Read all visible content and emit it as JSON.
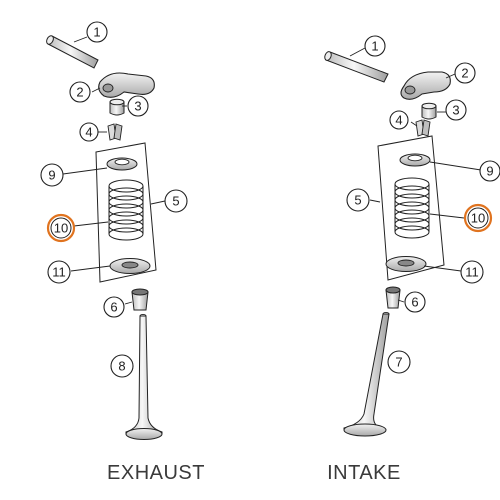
{
  "captions": {
    "exhaust": "EXHAUST",
    "intake": "INTAKE"
  },
  "colors": {
    "line": "#222222",
    "highlight": "#e0731f",
    "part_fill": "#f4f4f4",
    "part_shade": "#d8d8d8"
  },
  "callouts": {
    "exhaust": {
      "pushrod": "1",
      "rocker_arm": "2",
      "adjuster_cap": "3",
      "valve_keeper": "4",
      "spring_assembly": "5",
      "valve_seal": "6",
      "valve": "8",
      "spring_retainer": "9",
      "valve_spring": "10",
      "spring_seat": "11"
    },
    "intake": {
      "pushrod": "1",
      "rocker_arm": "2",
      "adjuster_cap": "3",
      "valve_keeper": "4",
      "spring_assembly": "5",
      "valve_seal": "6",
      "valve": "7",
      "spring_retainer": "9",
      "valve_spring": "10",
      "spring_seat": "11"
    }
  },
  "highlighted_callout": "10"
}
